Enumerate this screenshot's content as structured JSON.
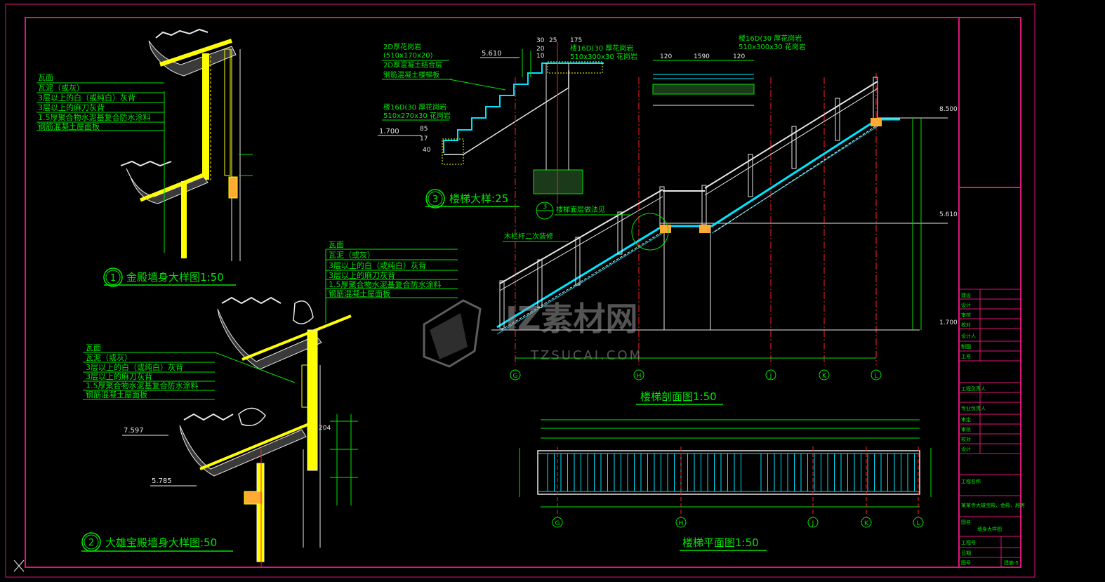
{
  "colors": {
    "frame": "#e0147a",
    "green": "#00e600",
    "yellow": "#ffff00",
    "cyan": "#00e5ff",
    "red": "#ff2020",
    "white": "#e8e8e8",
    "gray": "#7a7a7a",
    "magenta": "#ff00ff"
  },
  "detail1": {
    "num": "1",
    "title": "金殿墙身大样图1:50",
    "legend": [
      "瓦面",
      "瓦泥（或灰）",
      "3层以上的白（或纯白）灰背",
      "3层以上的麻刀灰背",
      "1.5厚聚合物水泥基复合防水涂料",
      "钢筋混凝土屋面板"
    ]
  },
  "detail2": {
    "num": "2",
    "title": "大雄宝殿墙身大样图:50",
    "legend_a": [
      "瓦面",
      "瓦泥（或灰）",
      "3层以上的白（或纯白）灰背",
      "3层以上的麻刀灰背",
      "1.5厚聚合物水泥基复合防水涂料",
      "钢筋混凝土屋面板"
    ],
    "legend_b": [
      "瓦面",
      "瓦泥（或灰）",
      "3层以上的白（或纯白）灰背",
      "3层以上的麻刀灰背",
      "1.5厚聚合物水泥基复合防水涂料",
      "钢筋混凝土屋面板"
    ],
    "elev_1": "7.597",
    "elev_2": "5.785",
    "dim_204": "204"
  },
  "detail3": {
    "num": "3",
    "title": "楼梯大样:25",
    "notes": [
      "2D厚花岗岩",
      "(510x170x20)",
      "2D厚混凝土结合层",
      "钢筋混凝土楼梯板",
      "楼16D(30 厚花岗岩",
      "510x270x30  花岗岩"
    ],
    "top_note_1": "楼16D(30 厚花岗岩",
    "top_note_2": "510x300x30  花岗岩",
    "right_note_1": "楼16D(30 厚花岗岩",
    "right_note_2": "510x300x30  花岗岩",
    "dims_top": [
      "30",
      "25",
      "175",
      "20",
      "10"
    ],
    "dims_right": [
      "120",
      "1590",
      "120"
    ],
    "elev_a": "5.610",
    "elev_b": "1.700",
    "dims_left": [
      "85",
      "17",
      "40"
    ]
  },
  "section": {
    "title": "楼梯剖面图1:50",
    "callout_num": "3",
    "callout_text": "楼梯面层做法见",
    "rail_note": "木栏杆二次装修",
    "elevations": [
      "8.500",
      "5.610",
      "1.700"
    ],
    "axes": [
      "G",
      "H",
      "J",
      "K",
      "L"
    ]
  },
  "plan": {
    "title": "楼梯平面图1:50",
    "axes": [
      "G",
      "H",
      "J",
      "K",
      "L"
    ]
  },
  "titleblock": {
    "rows": [
      "建设",
      "设计",
      "审核",
      "校对",
      "设计人",
      "制图",
      "工号"
    ],
    "rows2": [
      "工程负责人",
      "专业负责人",
      "审定",
      "审核",
      "校对",
      "设计"
    ],
    "project_label": "工程名称",
    "project_name": "某某寺大雄宝殿、金殿、厢房",
    "drawing_label": "图名",
    "drawing_name": "墙身大样图",
    "bottom": [
      "工程号",
      "日期",
      "图号"
    ],
    "sheet_no": "建施-5"
  },
  "watermark": {
    "brand": "IZ素材网",
    "url": "TZSUCAI.COM"
  }
}
